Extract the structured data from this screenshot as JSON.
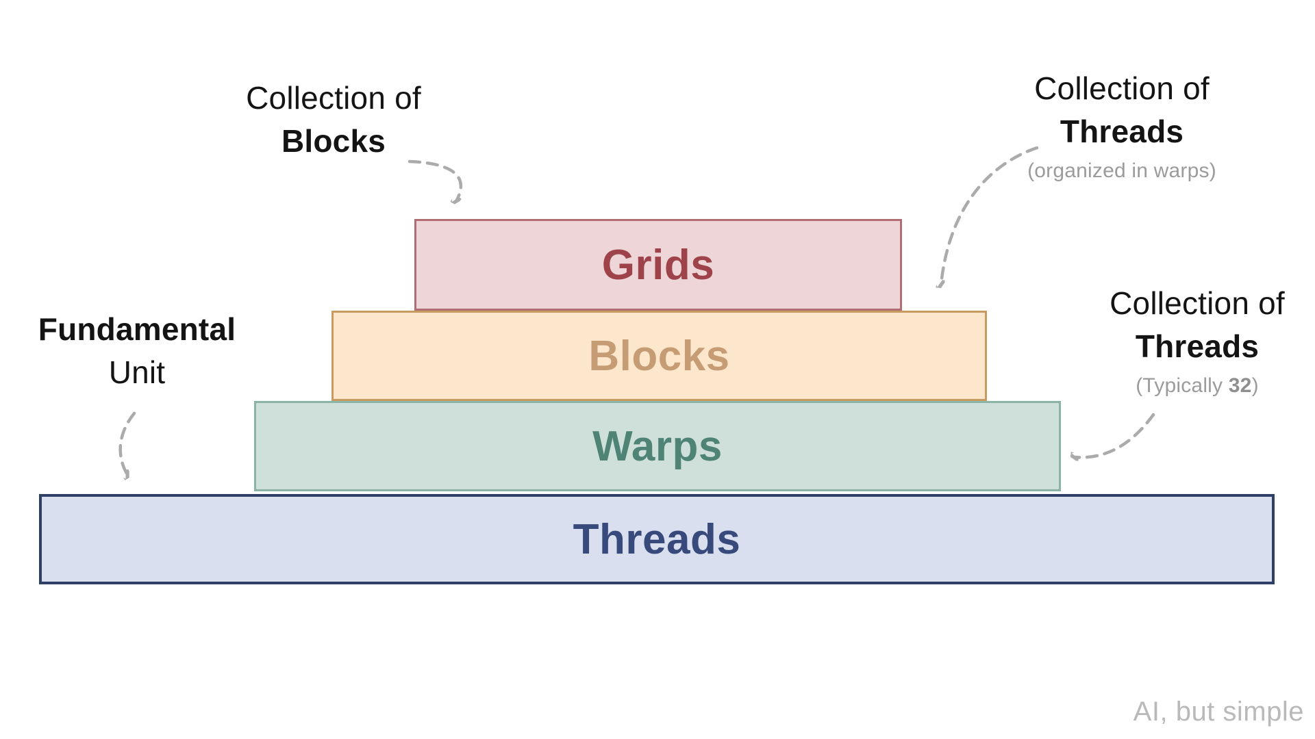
{
  "page": {
    "background": "#ffffff",
    "arrow_color": "#ababab"
  },
  "watermark": {
    "text": "AI, but simple",
    "color": "#b9b9b9"
  },
  "pyramid": {
    "boxes": [
      {
        "id": "grids",
        "label": "Grids",
        "fill": "#eed6d8",
        "border": "#b06e74",
        "text_color": "#9d4349"
      },
      {
        "id": "blocks",
        "label": "Blocks",
        "fill": "#fce7cc",
        "border": "#c89a60",
        "text_color": "#c59c74"
      },
      {
        "id": "warps",
        "label": "Warps",
        "fill": "#cfdfd9",
        "border": "#8ab5a6",
        "text_color": "#4e8375"
      },
      {
        "id": "threads",
        "label": "Threads",
        "fill": "#d9dfee",
        "border": "#2f4067",
        "text_color": "#38497b"
      }
    ]
  },
  "annotations": {
    "grids_note": {
      "line1": "Collection of",
      "line2": "Blocks"
    },
    "blocks_note": {
      "line1": "Collection of",
      "line2": "Threads",
      "line3": "(organized in warps)"
    },
    "warps_note": {
      "line1": "Collection of",
      "line2": "Threads",
      "line3_prefix": "(Typically ",
      "line3_bold": "32",
      "line3_suffix": ")"
    },
    "threads_note": {
      "line1": "Fundamental",
      "line2": "Unit"
    }
  }
}
